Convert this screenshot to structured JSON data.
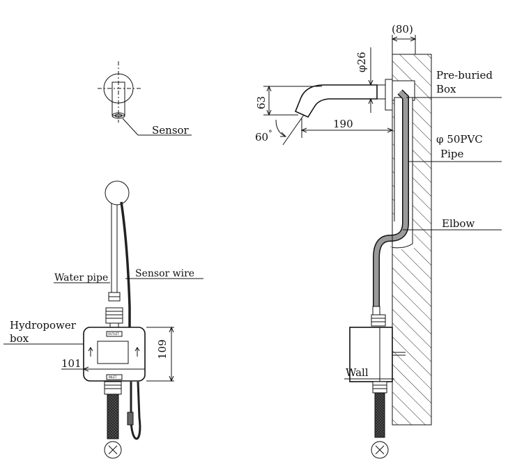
{
  "labels": {
    "sensor": "Sensor",
    "water_pipe": "Water pipe",
    "sensor_wire": "Sensor wire",
    "hydropower_line1": "Hydropower",
    "hydropower_line2": "box",
    "pre_buried_line1": "Pre-buried",
    "pre_buried_line2": "Box",
    "pvc_line1": "φ 50PVC",
    "pvc_line2": "Pipe",
    "elbow": "Elbow",
    "wall": "Wall",
    "outlet_tag": "OUTLET",
    "inlet_tag": "INLET"
  },
  "dimensions": {
    "wall_thickness": "(80)",
    "spout_diameter": "φ26",
    "spout_drop": "63",
    "spout_angle": "60",
    "angle_unit": "°",
    "spout_reach": "190",
    "box_height": "109",
    "box_width": "101"
  },
  "colors": {
    "line": "#111111",
    "pipe_fill": "#9a9a9a",
    "hatch": "#222222"
  }
}
